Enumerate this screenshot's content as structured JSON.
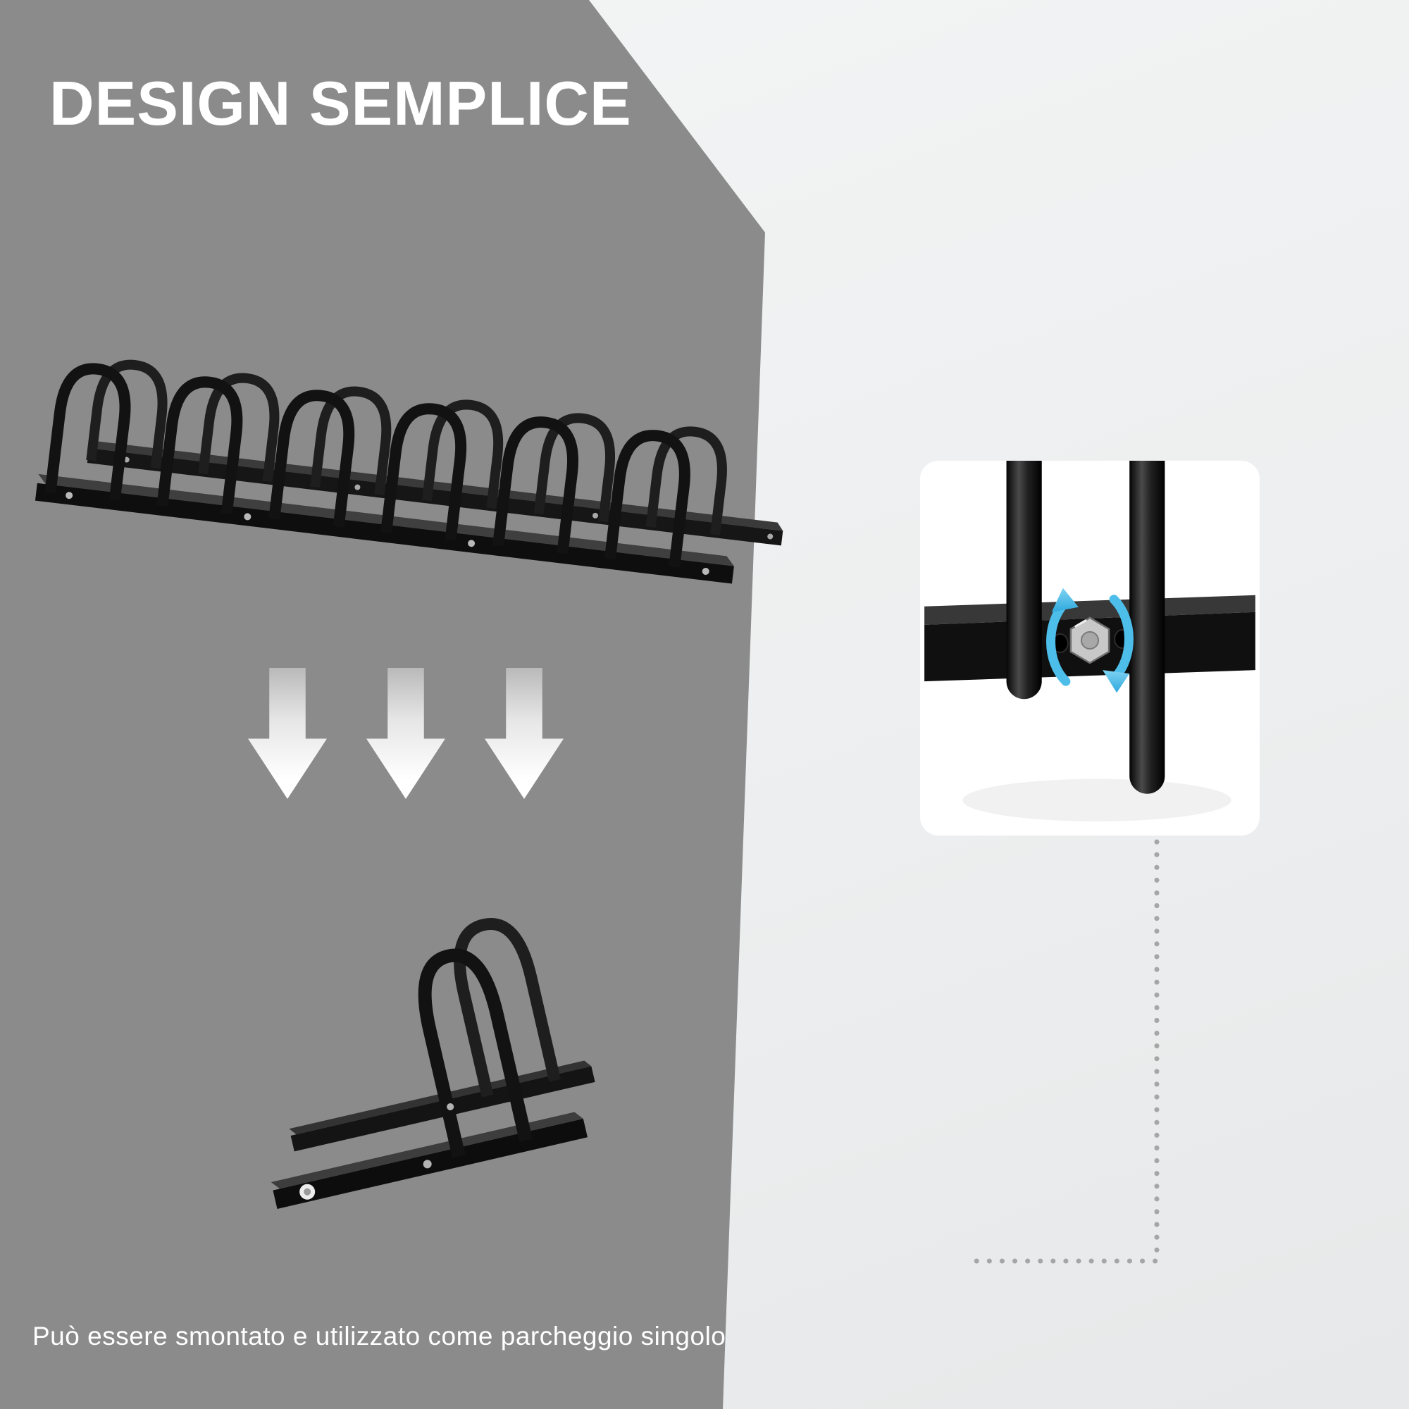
{
  "title": "DESIGN SEMPLICE",
  "caption": "Può essere smontato e utilizzato come parcheggio singolo",
  "colors": {
    "panel_gray": "#8b8b8b",
    "background_light": "#eceeef",
    "product_black": "#141414",
    "rotation_arrow_blue": "#4dbde9",
    "dotted_line_gray": "#a6a6a6",
    "text_white": "#ffffff"
  },
  "illustrations": {
    "six_slot_rack": "six-slot-bike-rack-photo",
    "single_rack": "single-slot-bike-rack-photo",
    "detail_inset": "bolt-detail-photo",
    "down_arrow": "down-arrow-icon",
    "rotation_arrows": "rotation-arrows-icon",
    "connector": "dotted-connector-line"
  }
}
